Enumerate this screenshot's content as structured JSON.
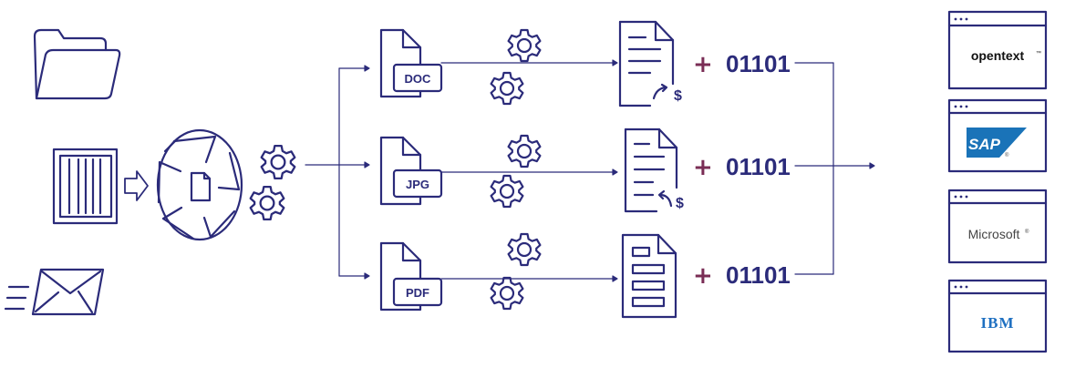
{
  "colors": {
    "stroke": "#2b2b7a",
    "plus": "#7a2d55",
    "sap_blue": "#1a73b8",
    "ibm_blue": "#1f70c1"
  },
  "icons": {
    "input_folder": "folder-icon",
    "input_scanner": "document-scanner-icon",
    "input_email": "email-icon",
    "arrow": "arrow-right-icon",
    "capture": "aperture-capture-icon",
    "gears": "gears-icon",
    "doc_out_1": "invoice-outgoing-icon",
    "doc_out_2": "invoice-incoming-icon",
    "doc_out_3": "form-document-icon"
  },
  "file_types": [
    {
      "label": "DOC"
    },
    {
      "label": "JPG"
    },
    {
      "label": "PDF"
    }
  ],
  "outputs": [
    {
      "plus": "+",
      "binary": "01101",
      "dollar": "$"
    },
    {
      "plus": "+",
      "binary": "01101",
      "dollar": "$"
    },
    {
      "plus": "+",
      "binary": "01101"
    }
  ],
  "targets": [
    {
      "name": "opentext",
      "mark": "™"
    },
    {
      "name": "SAP",
      "mark": "®"
    },
    {
      "name": "Microsoft",
      "mark": "®"
    },
    {
      "name": "IBM"
    }
  ]
}
